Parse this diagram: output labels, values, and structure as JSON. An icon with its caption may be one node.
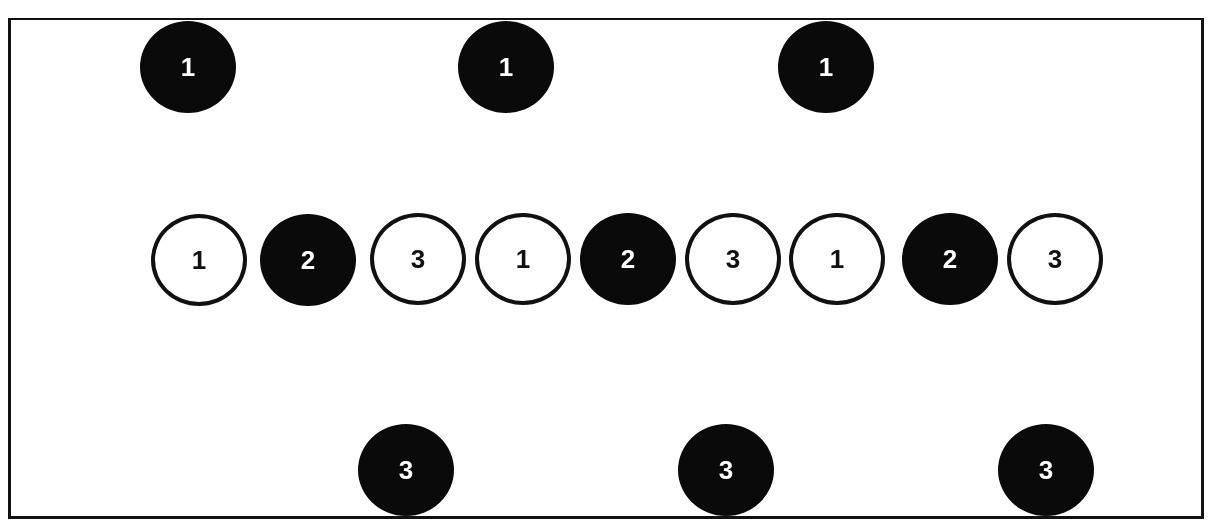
{
  "diagram": {
    "nodes": [
      {
        "text": [
          "1"
        ]
      },
      {
        "text": [
          "1"
        ]
      },
      {
        "text": [
          "1"
        ]
      },
      {
        "text": [
          "1"
        ]
      },
      {
        "text": [
          "2"
        ]
      },
      {
        "text": [
          "3"
        ]
      },
      {
        "text": [
          "1"
        ]
      },
      {
        "text": [
          "2"
        ]
      },
      {
        "text": [
          "3"
        ]
      },
      {
        "text": [
          "1"
        ]
      },
      {
        "text": [
          "2"
        ]
      },
      {
        "text": [
          "3"
        ]
      },
      {
        "text": [
          "3"
        ]
      },
      {
        "text": [
          "3"
        ]
      },
      {
        "text": [
          "3"
        ]
      }
    ]
  }
}
